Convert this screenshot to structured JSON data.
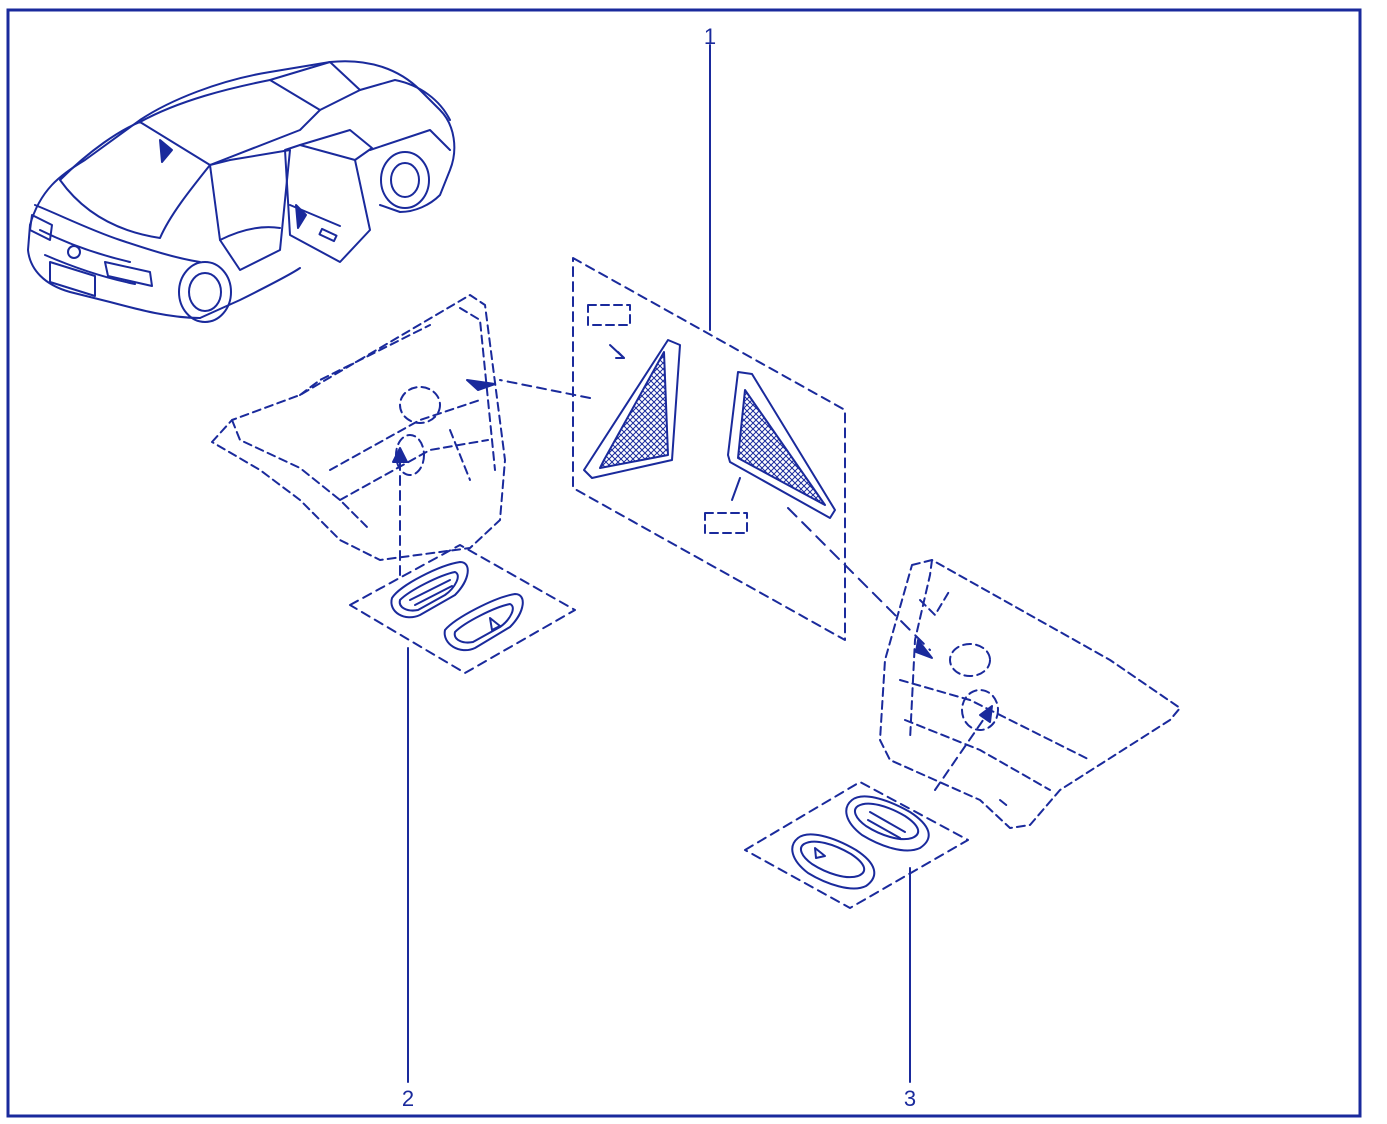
{
  "diagram": {
    "line_color": "#1a2a9c",
    "background": "#ffffff",
    "callouts": {
      "label_1": "1",
      "label_2": "2",
      "label_3": "3"
    },
    "icons": {
      "vehicle": "car-with-open-rear-door",
      "part_1": "speaker-grille-pair",
      "part_2": "door-handle-bezel-pair-left",
      "part_3": "door-handle-bezel-pair-right"
    }
  }
}
